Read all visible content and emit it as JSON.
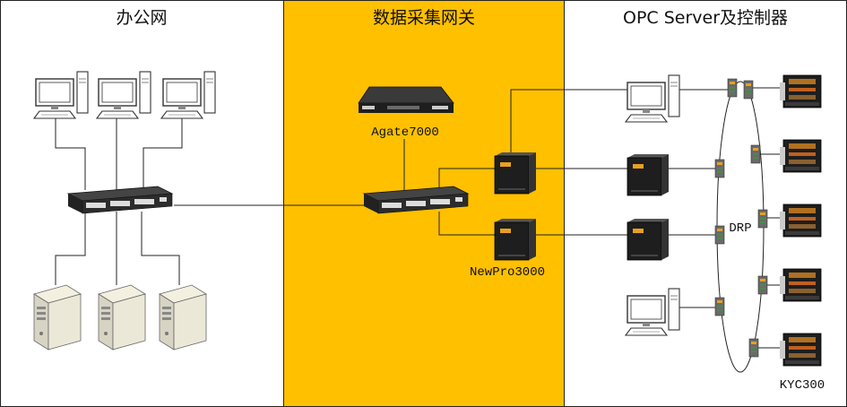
{
  "zones": {
    "office": {
      "title": "办公网",
      "fill": "#ffffff"
    },
    "gateway": {
      "title": "数据采集网关",
      "fill": "#ffc000"
    },
    "control": {
      "title": "OPC Server及控制器",
      "fill": "#ffffff"
    }
  },
  "labels": {
    "agate": "Agate7000",
    "newpro": "NewPro3000",
    "drp": "DRP",
    "kyc": "KYC300"
  },
  "colors": {
    "device_orange": "#e8a020",
    "device_dark": "#2a2a2a",
    "port_green": "#4a8a4a"
  },
  "icons": {
    "workstation": "computer-monitor-icon",
    "server": "tower-server-icon",
    "switch": "rack-switch-icon",
    "gateway_box": "gateway-box-icon",
    "controller": "plc-controller-icon",
    "din_switch": "din-rail-switch-icon"
  }
}
